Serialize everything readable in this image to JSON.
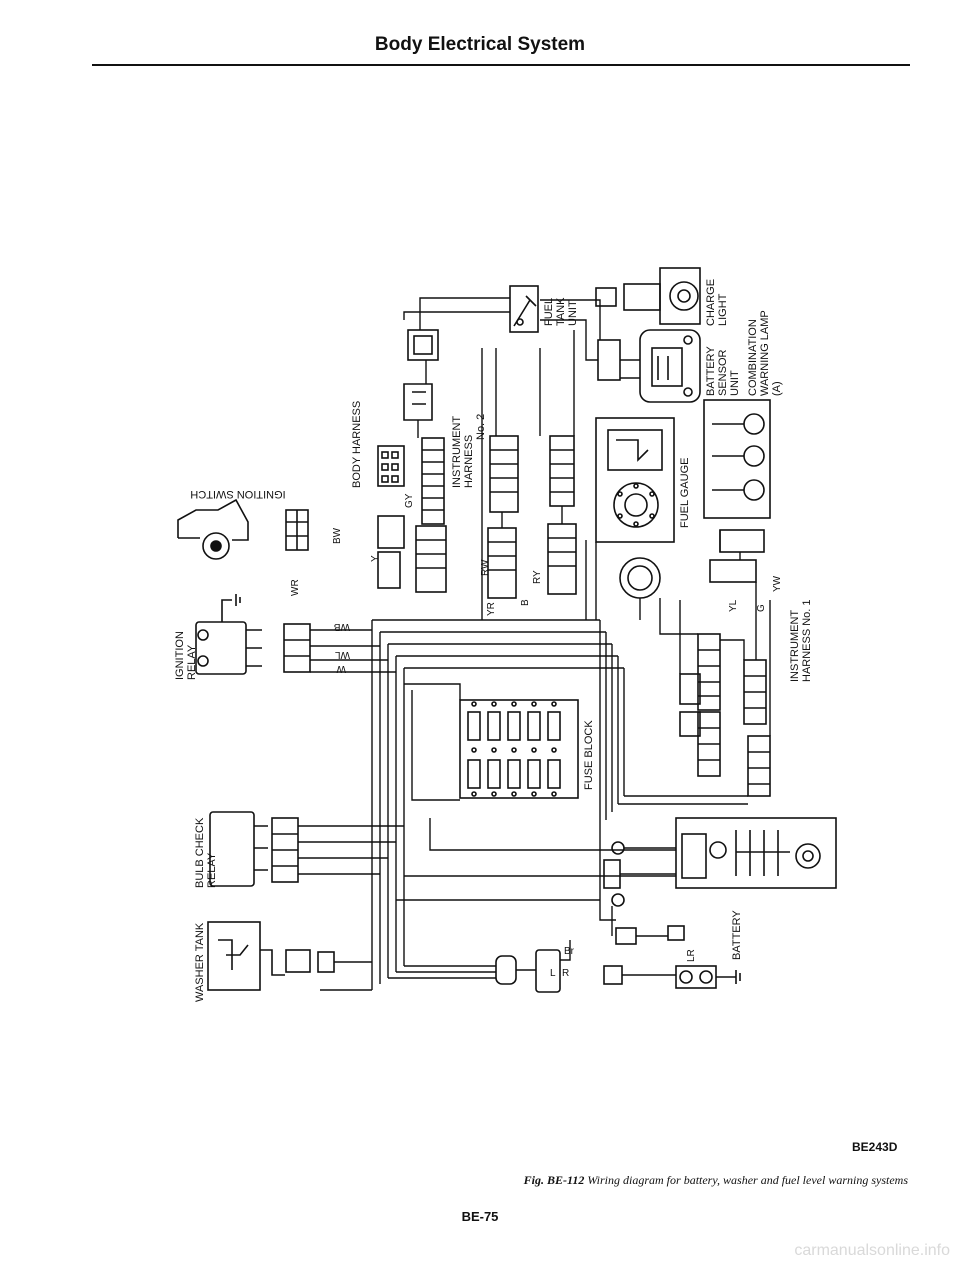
{
  "header": {
    "title": "Body Electrical System"
  },
  "diagram": {
    "ignition_switch": "IGNITION SWITCH",
    "ignition_relay_1": "IGNITION",
    "ignition_relay_2": "RELAY",
    "bulb_check_relay_1": "BULB CHECK",
    "bulb_check_relay_2": "RELAY",
    "washer_tank": "WASHER TANK",
    "body_harness": "BODY HARNESS",
    "instrument_harness_2_a": "INSTRUMENT",
    "instrument_harness_2_b": "HARNESS",
    "instrument_harness_2_c": "No. 2",
    "fuel_tank_unit_a": "FUEL",
    "fuel_tank_unit_b": "TANK",
    "fuel_tank_unit_c": "UNIT",
    "charge_light_a": "CHARGE",
    "charge_light_b": "LIGHT",
    "battery_sensor_a": "BATTERY",
    "battery_sensor_b": "SENSOR",
    "battery_sensor_c": "UNIT",
    "combination_lamp_a": "COMBINATION",
    "combination_lamp_b": "WARNING LAMP",
    "combination_lamp_c": "(A)",
    "fuel_gauge": "FUEL GAUGE",
    "fuse_block": "FUSE BLOCK",
    "instrument_harness_1_a": "INSTRUMENT",
    "instrument_harness_1_b": "HARNESS No. 1",
    "battery": "BATTERY",
    "wires": {
      "wr": "WR",
      "bw": "BW",
      "wb": "WB",
      "wl": "WL",
      "w": "W",
      "b": "B",
      "y": "Y",
      "gy": "GY",
      "rw": "RW",
      "yr": "YR",
      "ry": "RY",
      "yl": "YL",
      "g": "G",
      "yw": "YW",
      "lr": "LR",
      "br": "Br",
      "l": "L",
      "r": "R"
    }
  },
  "figure_code": "BE243D",
  "caption": {
    "fig_label": "Fig. BE-112",
    "text": "Wiring diagram for battery, washer and fuel level warning systems"
  },
  "page_number": "BE-75",
  "watermark": "carmanualsonline.info"
}
